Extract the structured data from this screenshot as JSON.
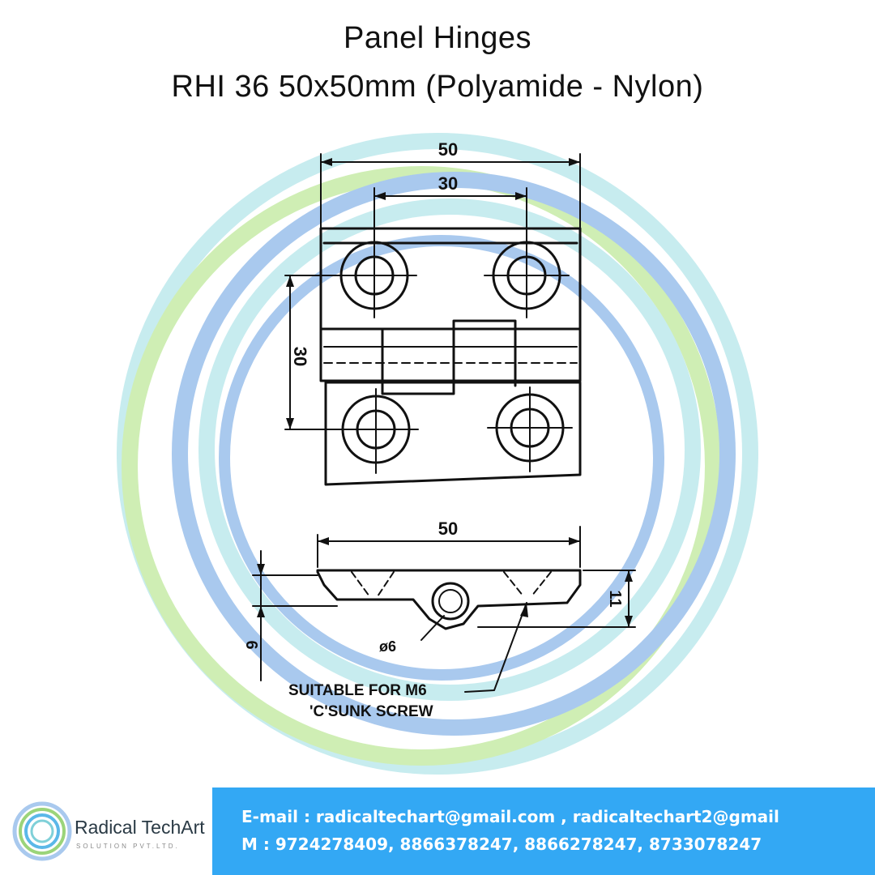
{
  "title": {
    "line1": "Panel Hinges",
    "line2": "RHI 36 50x50mm (Polyamide - Nylon)"
  },
  "drawing": {
    "dim_top_overall": "50",
    "dim_top_holes": "30",
    "dim_vertical_holes": "30",
    "dim_side_overall": "50",
    "dim_height": "11",
    "dim_thickness": "6",
    "dim_pin_diameter": "ø6",
    "note_line1": "SUITABLE FOR M6",
    "note_line2": "'C'SUNK SCREW"
  },
  "brand": {
    "name": "Radical TechArt",
    "subtitle": "SOLUTION PVT.LTD."
  },
  "contact": {
    "email": "E-mail : radicaltechart@gmail.com , radicaltechart2@gmail",
    "mobile": "M : 9724278409, 8866378247, 8866278247, 8733078247"
  },
  "colors": {
    "footer_bar": "#33a8f4",
    "ring_blue": "#a9c9ee",
    "ring_green": "#cfeeb4",
    "ring_cyan": "#c7ecef"
  }
}
